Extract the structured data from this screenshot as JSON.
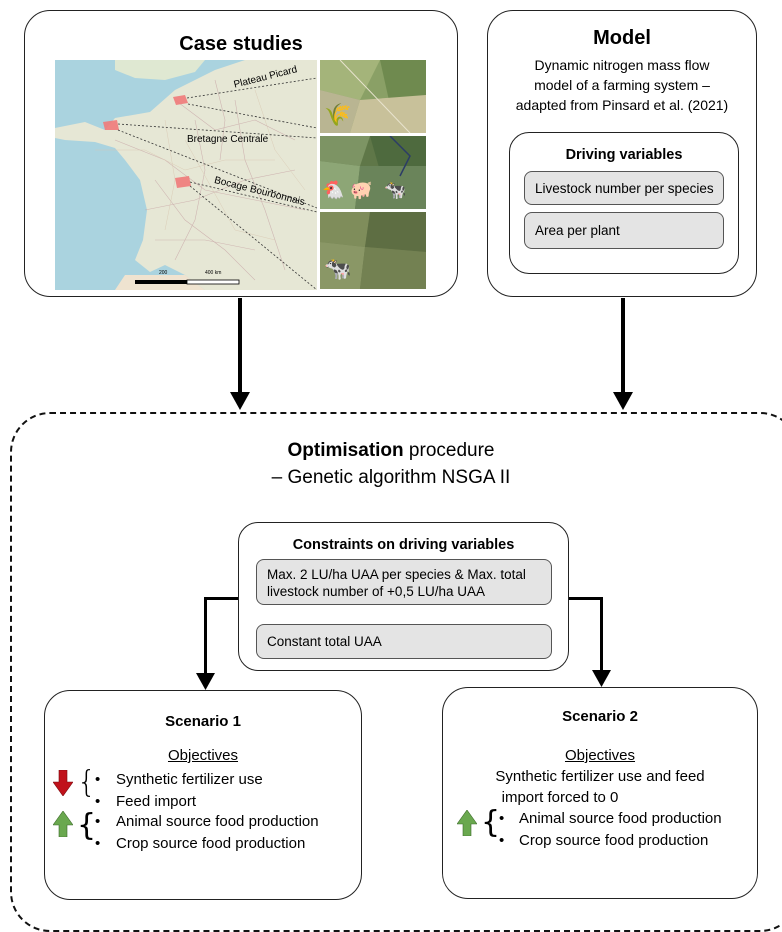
{
  "case_studies": {
    "title": "Case studies",
    "regions": [
      "Plateau Picard",
      "Bretagne Centrale",
      "Bocage Bourbonnais"
    ],
    "scale_labels": [
      "200",
      "400 km"
    ]
  },
  "model": {
    "title": "Model",
    "description_lines": [
      "Dynamic nitrogen mass flow",
      "model of a farming system –",
      "adapted from Pinsard et al. (2021)"
    ],
    "driving": {
      "title": "Driving variables",
      "items": [
        "Livestock number per species",
        "Area per plant"
      ]
    }
  },
  "optimisation": {
    "title_bold": "Optimisation",
    "title_rest": " procedure",
    "subtitle": "– Genetic algorithm NSGA II"
  },
  "constraints": {
    "title": "Constraints on driving variables",
    "item1_lines": [
      "Max. 2 LU/ha UAA per species &  Max. total",
      "livestock number of +0,5 LU/ha UAA"
    ],
    "item2": "Constant total UAA"
  },
  "scenario1": {
    "title": "Scenario 1",
    "objectives_label": "Objectives",
    "objectives": [
      "Synthetic fertilizer use",
      "Feed import",
      "Animal source food production",
      "Crop source food production"
    ],
    "arrow_colors": {
      "down": "#c0121b",
      "up": "#6aa84f"
    }
  },
  "scenario2": {
    "title": "Scenario 2",
    "objectives_label": "Objectives",
    "intro_lines": [
      "Synthetic fertilizer use and feed",
      "import forced to 0"
    ],
    "objectives": [
      "Animal source food production",
      "Crop source food production"
    ]
  }
}
